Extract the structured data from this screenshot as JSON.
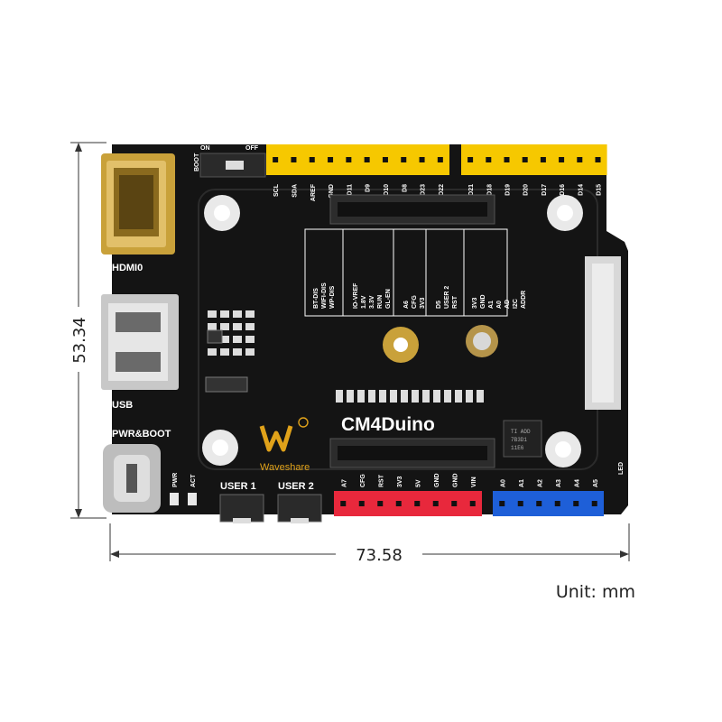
{
  "dimensions": {
    "height": "53.34",
    "width": "73.58",
    "unit": "Unit: mm"
  },
  "board": {
    "name": "CM4Duino",
    "brand": "Waveshare",
    "labels": {
      "hdmi": "HDMI0",
      "usb": "USB",
      "pwr_boot": "PWR&BOOT",
      "pwr": "PWR",
      "act": "ACT",
      "user1": "USER 1",
      "user2": "USER 2",
      "led": "LED",
      "boot": "BOOT",
      "on": "ON",
      "off": "OFF"
    },
    "colors": {
      "pcb": "#141414",
      "yellow_header": "#f6c800",
      "red_header": "#e8283c",
      "blue_header": "#1e5fd8",
      "gold": "#c9a13a"
    },
    "top_left_pins": [
      "SCL",
      "SDA",
      "AREF",
      "GND",
      "D11",
      "D9",
      "D10",
      "D8",
      "D23",
      "D22"
    ],
    "top_right_pins": [
      "D21",
      "D18",
      "D19",
      "D20",
      "D17",
      "D16",
      "D14",
      "D15"
    ],
    "bottom_red_pins": [
      "A7",
      "CFG",
      "RST",
      "3V3",
      "5V",
      "GND",
      "GND",
      "VIN"
    ],
    "bottom_blue_pins": [
      "A0",
      "A1",
      "A2",
      "A3",
      "A4",
      "A5"
    ],
    "jumper_block": {
      "col1": [
        "BT-DIS",
        "WIFI-DIS",
        "WP-DIS"
      ],
      "col2": [
        "IO-VREF",
        "1.8V",
        "3.3V",
        "RUN",
        "GL-EN"
      ],
      "col3": [
        "A6",
        "CFG",
        "3V3"
      ],
      "col4": [
        "D5",
        "USER 2",
        "RST"
      ],
      "col5": [
        "3V3",
        "GND",
        "A1",
        "A0",
        "AD",
        "I2C",
        "ADDR"
      ]
    },
    "chip_text": [
      "TI ADD",
      "7B3D1",
      "11E6"
    ]
  }
}
